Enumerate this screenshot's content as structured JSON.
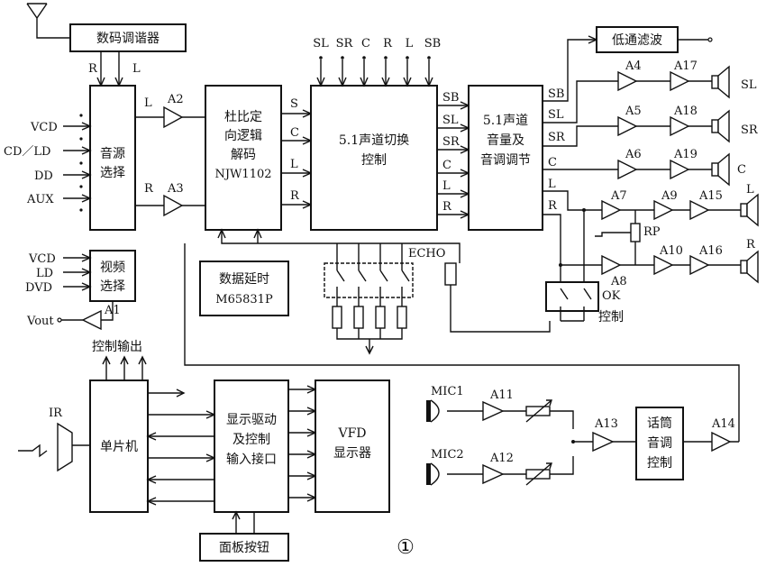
{
  "blocks": {
    "tuner": "数码调谐器",
    "source_select": [
      "音源",
      "选择"
    ],
    "decoder": [
      "杜比定",
      "向逻辑",
      "解码",
      "NJW1102"
    ],
    "switch51": [
      "5.1声道切换",
      "控制"
    ],
    "volume51": [
      "5.1声道",
      "音量及",
      "音调调节"
    ],
    "lowpass": "低通滤波",
    "video_select": [
      "视频",
      "选择"
    ],
    "delay": [
      "数据延时",
      "M65831P"
    ],
    "mcu": "单片机",
    "display_driver": [
      "显示驱动",
      "及控制",
      "输入接口"
    ],
    "vfd": [
      "VFD",
      "显示器"
    ],
    "panel_buttons": "面板按钮",
    "mic_tone": [
      "话筒",
      "音调",
      "控制"
    ]
  },
  "amps": [
    "A1",
    "A2",
    "A3",
    "A4",
    "A5",
    "A6",
    "A7",
    "A8",
    "A9",
    "A10",
    "A11",
    "A12",
    "A13",
    "A14",
    "A15",
    "A16",
    "A17",
    "A18",
    "A19"
  ],
  "labels": {
    "tuner_r": "R",
    "tuner_l": "L",
    "src_l": "L",
    "src_r": "R",
    "inputs": [
      "VCD",
      "CD／LD",
      "DD",
      "AUX"
    ],
    "video_inputs": [
      "VCD",
      "LD",
      "DVD"
    ],
    "vout": "Vout",
    "dec_out": [
      "S",
      "C",
      "L",
      "R"
    ],
    "top_inputs": [
      "SL",
      "SR",
      "C",
      "R",
      "L",
      "SB"
    ],
    "sw_out": [
      "SB",
      "SL",
      "SR",
      "C",
      "L",
      "R"
    ],
    "vol_out": [
      "SB",
      "SL",
      "SR",
      "C",
      "L",
      "R"
    ],
    "spk": [
      "SL",
      "SR",
      "C",
      "L",
      "R"
    ],
    "echo": "ECHO",
    "rp": "RP",
    "ok": "OK",
    "ok_ctrl": "控制",
    "ctrl_out": "控制输出",
    "ir": "IR",
    "mic1": "MIC1",
    "mic2": "MIC2",
    "fig": "①"
  }
}
